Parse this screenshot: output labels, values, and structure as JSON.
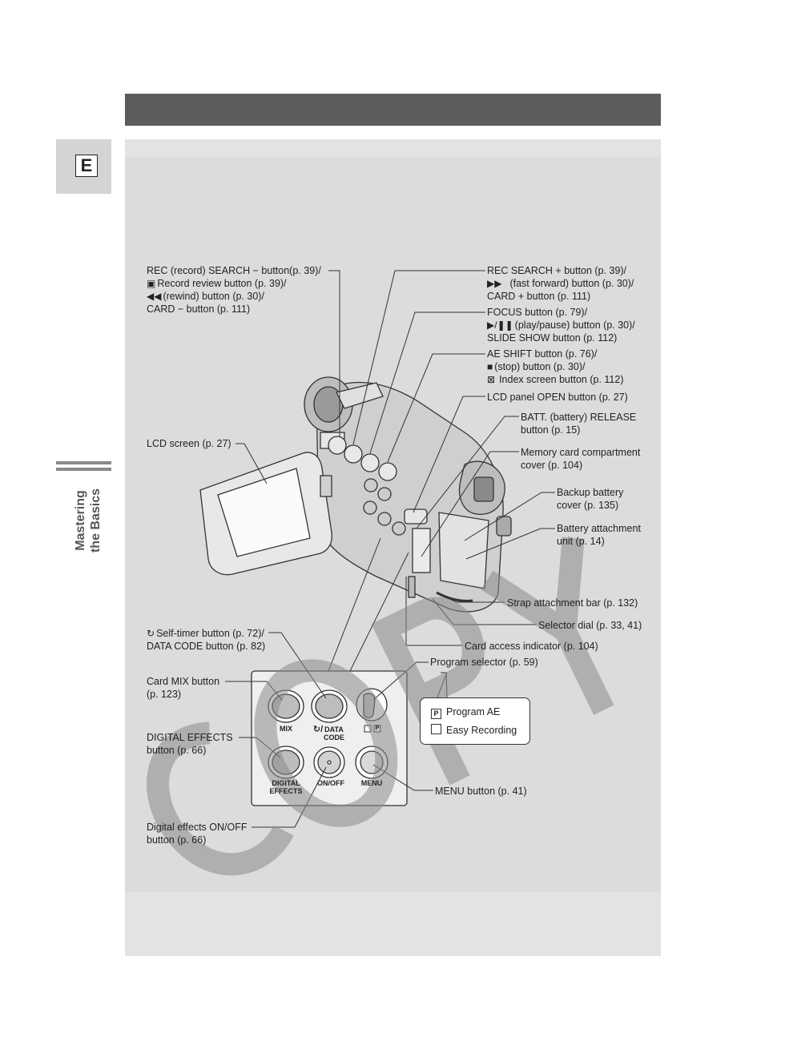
{
  "page": {
    "language_tab": "E",
    "side_label": [
      "Mastering",
      "the Basics"
    ],
    "watermark": "COPY"
  },
  "labels": {
    "rec_search_minus": [
      "REC (record) SEARCH − button(p. 39)/",
      "Record review button (p. 39)/",
      "(rewind) button (p. 30)/",
      "CARD − button (p. 111)"
    ],
    "rec_search_plus": [
      "REC SEARCH + button (p. 39)/",
      "(fast forward) button (p. 30)/",
      "CARD + button (p. 111)"
    ],
    "focus": [
      "FOCUS button (p. 79)/",
      "(play/pause) button (p. 30)/",
      "SLIDE SHOW button (p. 112)"
    ],
    "ae_shift": [
      "AE SHIFT button (p. 76)/",
      "(stop) button (p. 30)/",
      "Index screen button (p. 112)"
    ],
    "lcd_open": "LCD panel OPEN button (p. 27)",
    "batt_release": [
      "BATT. (battery) RELEASE",
      "button (p. 15)"
    ],
    "memory_card_cover": [
      "Memory card compartment",
      "cover (p. 104)"
    ],
    "backup_battery": [
      "Backup battery",
      "cover (p. 135)"
    ],
    "battery_unit": [
      "Battery attachment",
      "unit (p. 14)"
    ],
    "lcd_screen": "LCD screen (p. 27)",
    "strap_bar": "Strap attachment bar (p. 132)",
    "selector_dial": "Selector dial (p. 33, 41)",
    "card_access": "Card access indicator (p. 104)",
    "self_timer": [
      "Self-timer button (p. 72)/",
      "DATA CODE button (p. 82)"
    ],
    "program_selector": "Program selector (p. 59)",
    "card_mix": [
      "Card MIX button",
      "(p. 123)"
    ],
    "digital_effects": [
      "DIGITAL EFFECTS",
      "button (p. 66)"
    ],
    "menu_button": "MENU button (p. 41)",
    "digital_onoff": [
      "Digital effects ON/OFF",
      "button (p. 66)"
    ]
  },
  "icons": {
    "record_review": "record-review-icon",
    "rewind": "◀◀",
    "fast_forward": "▶▶",
    "play_pause": "▶/❚❚",
    "stop": "■",
    "index_screen": "index-screen-icon",
    "self_timer": "self-timer-icon"
  },
  "button_panel": {
    "mix": "MIX",
    "data_code": [
      "DATA",
      "CODE"
    ],
    "digital_effects": [
      "DIGITAL",
      "EFFECTS"
    ],
    "on_off": "ON/OFF",
    "menu": "MENU",
    "program_box": "P"
  },
  "legend": {
    "program_ae_symbol": "P",
    "program_ae": "Program AE",
    "easy_recording": "Easy Recording"
  }
}
